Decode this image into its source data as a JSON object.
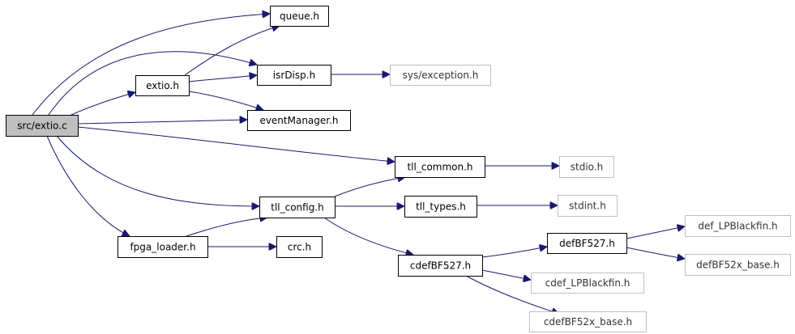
{
  "colors": {
    "edge": "#191970",
    "root_fill": "#bfbfbf",
    "node_border": "#000000",
    "external_border": "#bfbfbf",
    "node_fill": "#ffffff"
  },
  "nodes": [
    {
      "id": "extio_c",
      "label": "src/extio.c",
      "kind": "root"
    },
    {
      "id": "queue_h",
      "label": "queue.h",
      "kind": "file"
    },
    {
      "id": "extio_h",
      "label": "extio.h",
      "kind": "file"
    },
    {
      "id": "isrDisp_h",
      "label": "isrDisp.h",
      "kind": "file"
    },
    {
      "id": "sys_exception_h",
      "label": "sys/exception.h",
      "kind": "external"
    },
    {
      "id": "eventManager_h",
      "label": "eventManager.h",
      "kind": "file"
    },
    {
      "id": "tll_common_h",
      "label": "tll_common.h",
      "kind": "file"
    },
    {
      "id": "stdio_h",
      "label": "stdio.h",
      "kind": "external"
    },
    {
      "id": "tll_config_h",
      "label": "tll_config.h",
      "kind": "file"
    },
    {
      "id": "tll_types_h",
      "label": "tll_types.h",
      "kind": "file"
    },
    {
      "id": "stdint_h",
      "label": "stdint.h",
      "kind": "external"
    },
    {
      "id": "fpga_loader_h",
      "label": "fpga_loader.h",
      "kind": "file"
    },
    {
      "id": "crc_h",
      "label": "crc.h",
      "kind": "file"
    },
    {
      "id": "cdefBF527_h",
      "label": "cdefBF527.h",
      "kind": "file"
    },
    {
      "id": "defBF527_h",
      "label": "defBF527.h",
      "kind": "file"
    },
    {
      "id": "def_LPBlackfin_h",
      "label": "def_LPBlackfin.h",
      "kind": "external"
    },
    {
      "id": "defBF52x_base_h",
      "label": "defBF52x_base.h",
      "kind": "external"
    },
    {
      "id": "cdef_LPBlackfin_h",
      "label": "cdef_LPBlackfin.h",
      "kind": "external"
    },
    {
      "id": "cdefBF52x_base_h",
      "label": "cdefBF52x_base.h",
      "kind": "external"
    }
  ],
  "edges": [
    {
      "from": "extio_c",
      "to": "queue_h"
    },
    {
      "from": "extio_c",
      "to": "extio_h"
    },
    {
      "from": "extio_c",
      "to": "isrDisp_h"
    },
    {
      "from": "extio_c",
      "to": "eventManager_h"
    },
    {
      "from": "extio_c",
      "to": "tll_common_h"
    },
    {
      "from": "extio_c",
      "to": "tll_config_h"
    },
    {
      "from": "extio_c",
      "to": "fpga_loader_h"
    },
    {
      "from": "extio_h",
      "to": "queue_h"
    },
    {
      "from": "extio_h",
      "to": "isrDisp_h"
    },
    {
      "from": "extio_h",
      "to": "eventManager_h"
    },
    {
      "from": "isrDisp_h",
      "to": "sys_exception_h"
    },
    {
      "from": "tll_common_h",
      "to": "stdio_h"
    },
    {
      "from": "tll_config_h",
      "to": "tll_common_h"
    },
    {
      "from": "tll_config_h",
      "to": "tll_types_h"
    },
    {
      "from": "tll_config_h",
      "to": "cdefBF527_h"
    },
    {
      "from": "tll_types_h",
      "to": "stdint_h"
    },
    {
      "from": "fpga_loader_h",
      "to": "tll_config_h"
    },
    {
      "from": "fpga_loader_h",
      "to": "crc_h"
    },
    {
      "from": "cdefBF527_h",
      "to": "defBF527_h"
    },
    {
      "from": "cdefBF527_h",
      "to": "cdef_LPBlackfin_h"
    },
    {
      "from": "cdefBF527_h",
      "to": "cdefBF52x_base_h"
    },
    {
      "from": "defBF527_h",
      "to": "def_LPBlackfin_h"
    },
    {
      "from": "defBF527_h",
      "to": "defBF52x_base_h"
    }
  ]
}
